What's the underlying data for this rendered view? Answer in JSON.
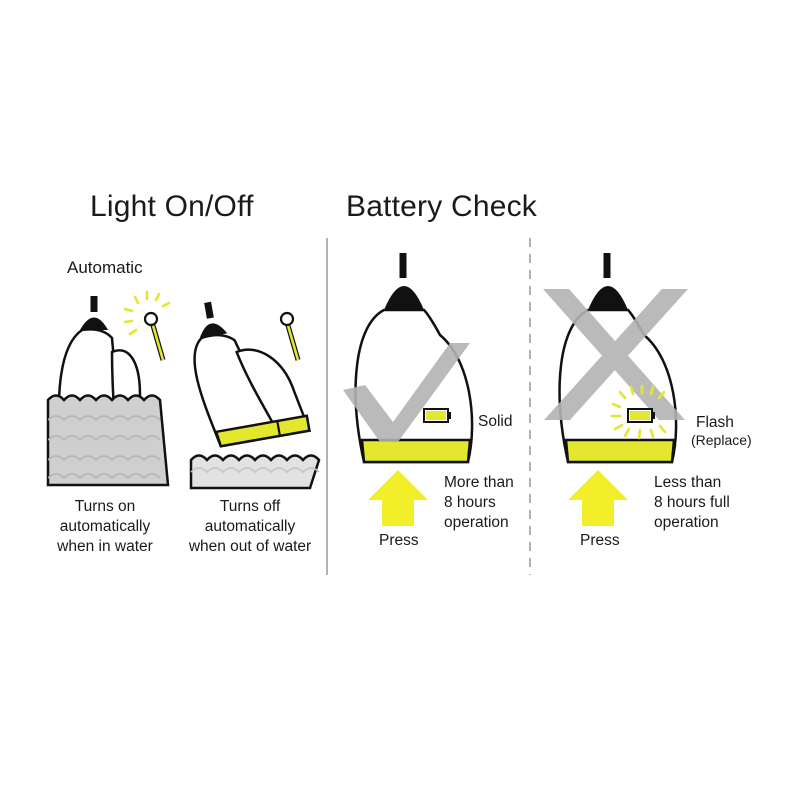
{
  "light": {
    "title": "Light On/Off",
    "subtitle": "Automatic",
    "on_caption": [
      "Turns on",
      "automatically",
      "when in water"
    ],
    "off_caption": [
      "Turns off",
      "automatically",
      "when out of water"
    ]
  },
  "battery": {
    "title": "Battery Check",
    "good": {
      "state": "Solid",
      "desc": [
        "More than",
        "8 hours",
        "operation"
      ],
      "press": "Press"
    },
    "low": {
      "state": "Flash",
      "note": "(Replace)",
      "desc": [
        "Less than",
        "8 hours full",
        "operation"
      ],
      "press": "Press"
    }
  },
  "colors": {
    "yellow": "#e3e82f",
    "arrow_yellow": "#f2ef2a",
    "dark": "#111111",
    "water": "#cfcfcf",
    "mark_gray": "#b3b3b3",
    "divider": "#999999"
  }
}
